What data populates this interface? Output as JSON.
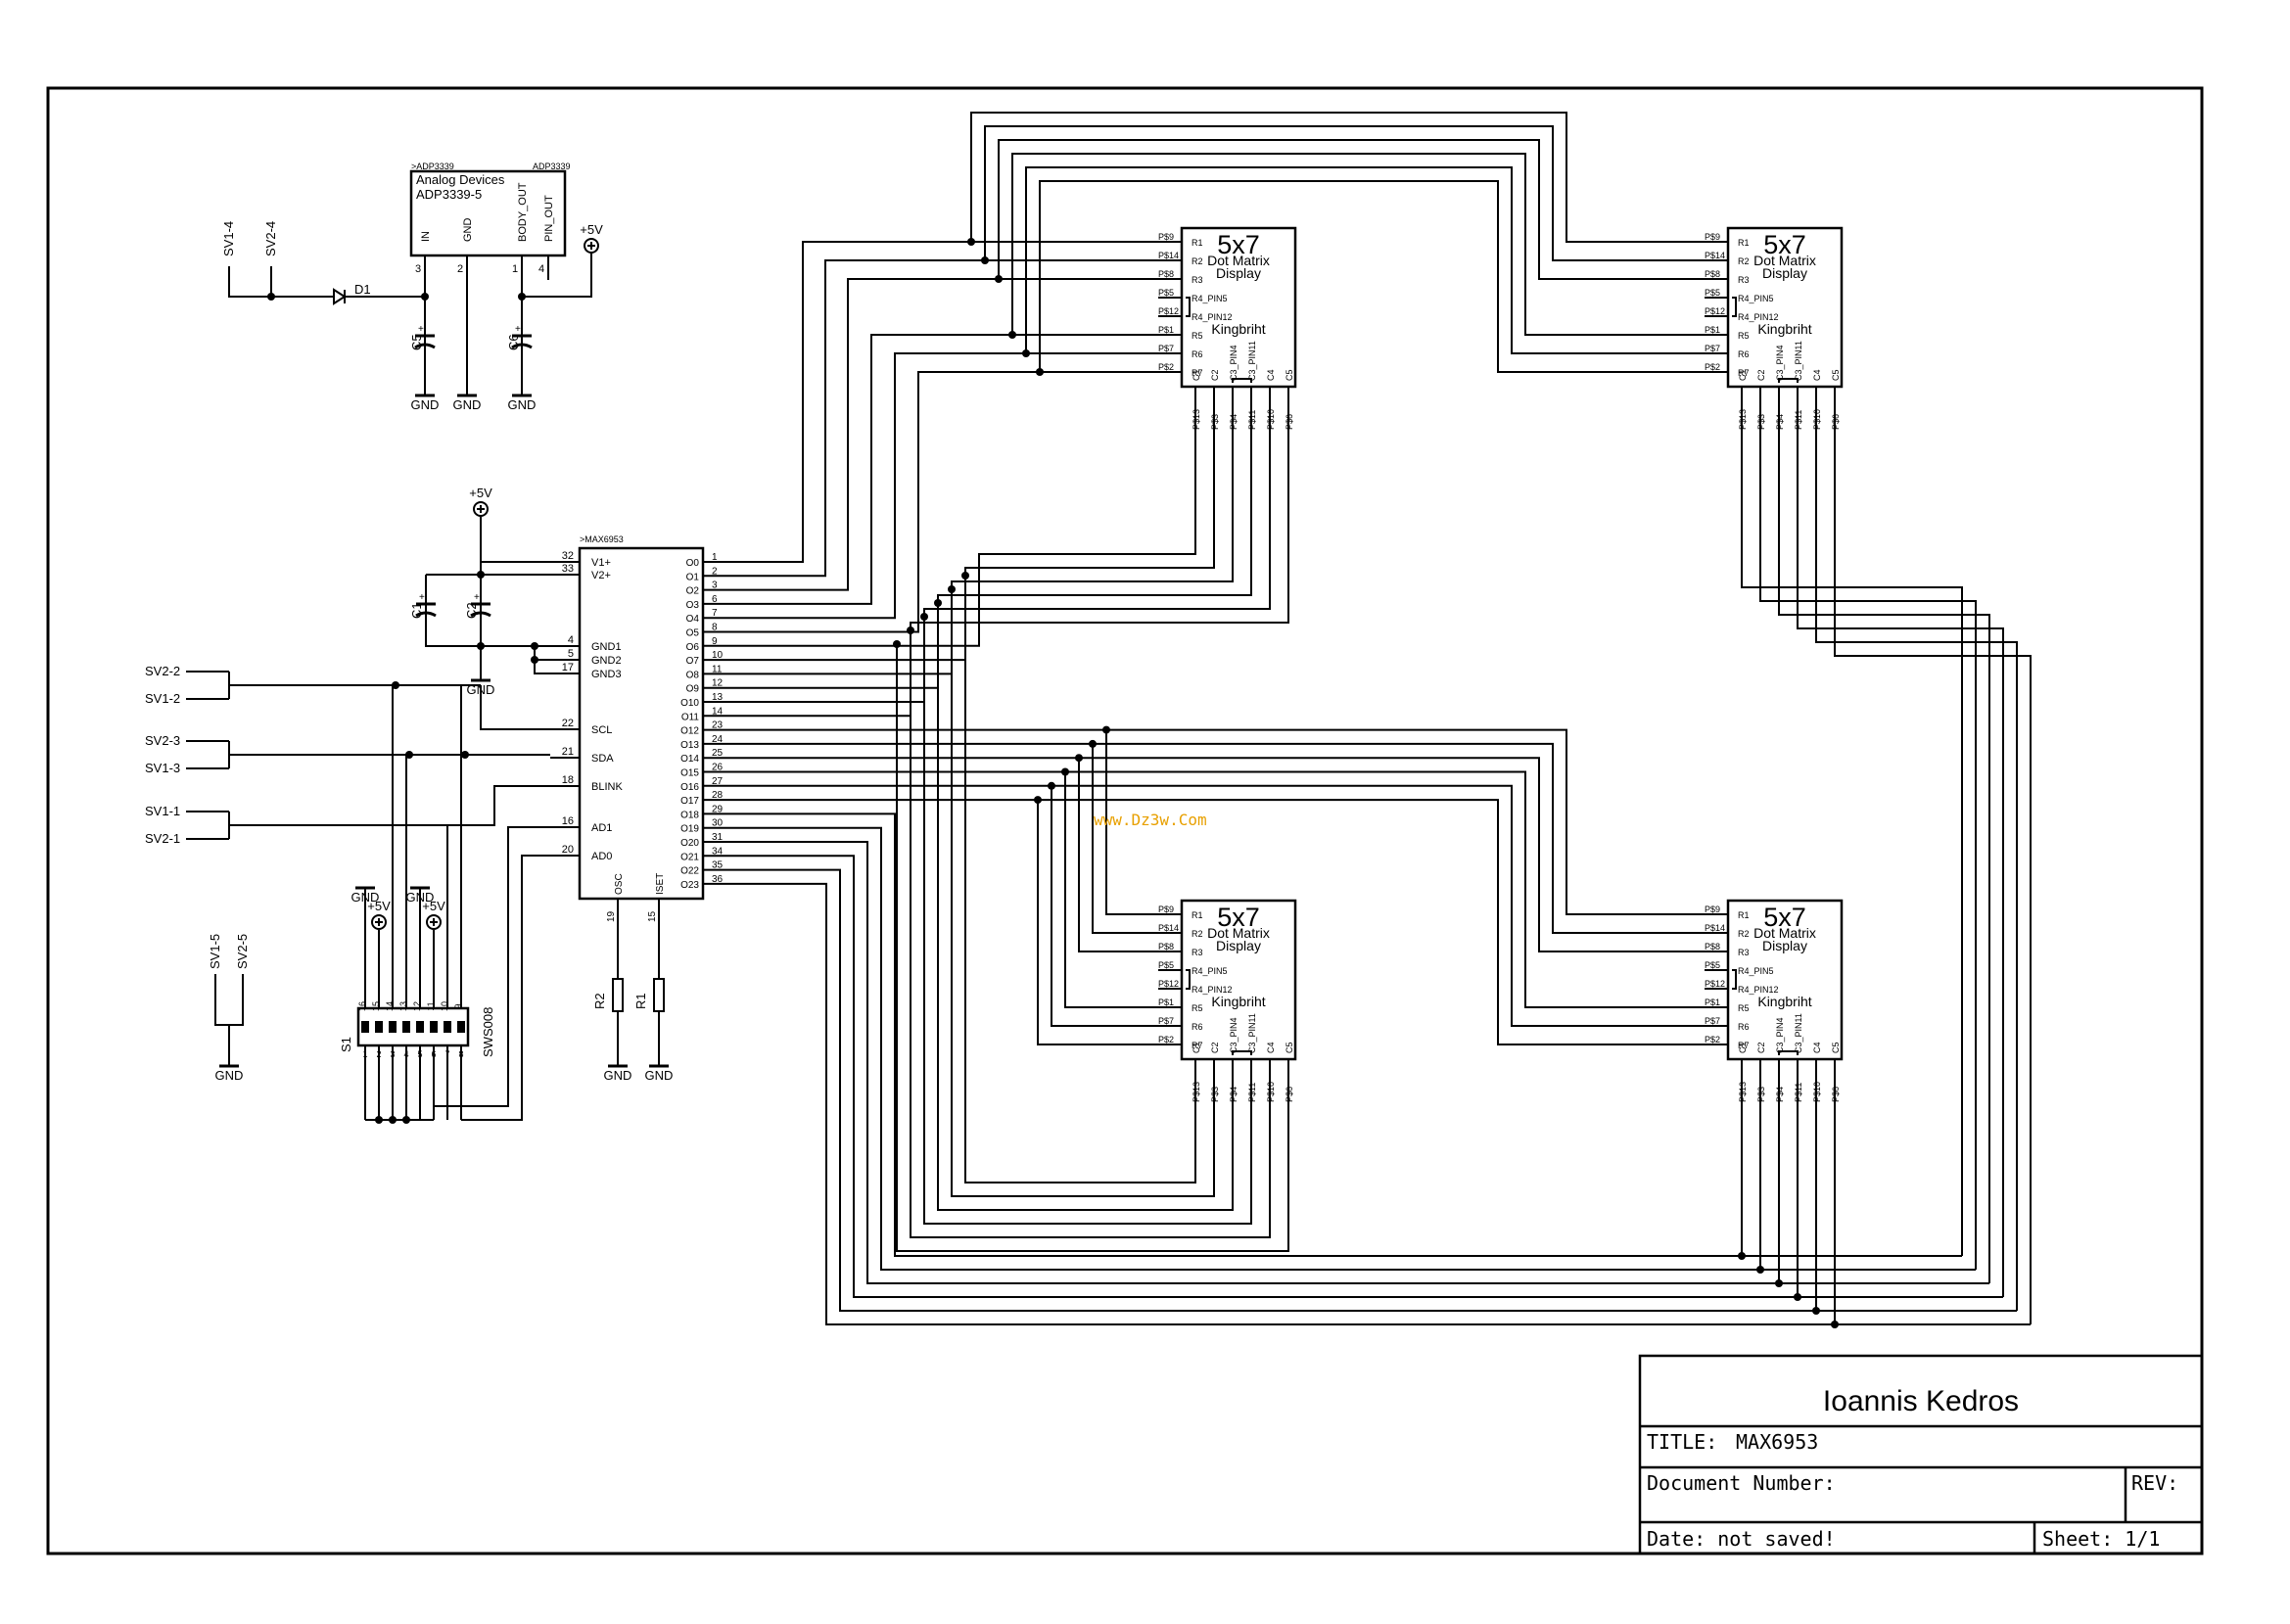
{
  "title_block": {
    "author": "Ioannis Kedros",
    "title_label": "TITLE:",
    "title_value": "MAX6953",
    "doc_label": "Document Number:",
    "rev_label": "REV:",
    "date_text": "Date: not saved!",
    "sheet_text": "Sheet: 1/1"
  },
  "watermark": "www.Dz3w.Com",
  "regulator": {
    "ref": "ADP3339",
    "ref_value": "ADP3339",
    "maker": "Analog Devices",
    "part": "ADP3339-5",
    "pins": [
      "IN",
      "GND",
      "BODY_OUT",
      "PIN_OUT"
    ],
    "pin_numbers": [
      "3",
      "2",
      "1",
      "4"
    ]
  },
  "driver": {
    "ref": "MAX6953",
    "left_pins": [
      {
        "num": "32",
        "name": "V1+"
      },
      {
        "num": "33",
        "name": "V2+"
      },
      {
        "num": "4",
        "name": "GND1"
      },
      {
        "num": "5",
        "name": "GND2"
      },
      {
        "num": "17",
        "name": "GND3"
      },
      {
        "num": "22",
        "name": "SCL"
      },
      {
        "num": "21",
        "name": "SDA"
      },
      {
        "num": "18",
        "name": "BLINK"
      },
      {
        "num": "16",
        "name": "AD1"
      },
      {
        "num": "20",
        "name": "AD0"
      }
    ],
    "right_pins": [
      {
        "num": "1",
        "name": "O0"
      },
      {
        "num": "2",
        "name": "O1"
      },
      {
        "num": "3",
        "name": "O2"
      },
      {
        "num": "6",
        "name": "O3"
      },
      {
        "num": "7",
        "name": "O4"
      },
      {
        "num": "8",
        "name": "O5"
      },
      {
        "num": "9",
        "name": "O6"
      },
      {
        "num": "10",
        "name": "O7"
      },
      {
        "num": "11",
        "name": "O8"
      },
      {
        "num": "12",
        "name": "O9"
      },
      {
        "num": "13",
        "name": "O10"
      },
      {
        "num": "14",
        "name": "O11"
      },
      {
        "num": "23",
        "name": "O12"
      },
      {
        "num": "24",
        "name": "O13"
      },
      {
        "num": "25",
        "name": "O14"
      },
      {
        "num": "26",
        "name": "O15"
      },
      {
        "num": "27",
        "name": "O16"
      },
      {
        "num": "28",
        "name": "O17"
      },
      {
        "num": "29",
        "name": "O18"
      },
      {
        "num": "30",
        "name": "O19"
      },
      {
        "num": "31",
        "name": "O20"
      },
      {
        "num": "34",
        "name": "O21"
      },
      {
        "num": "35",
        "name": "O22"
      },
      {
        "num": "36",
        "name": "O23"
      }
    ],
    "bottom_pins": [
      {
        "num": "19",
        "name": "OSC"
      },
      {
        "num": "15",
        "name": "ISET"
      }
    ]
  },
  "display": {
    "line1": "5x7",
    "line2": "Dot Matrix",
    "line3": "Display",
    "brand": "Kingbriht",
    "left_pins": [
      {
        "pin": "P$9",
        "name": "R1"
      },
      {
        "pin": "P$14",
        "name": "R2"
      },
      {
        "pin": "P$8",
        "name": "R3"
      },
      {
        "pin": "P$5",
        "name": "R4_PIN5"
      },
      {
        "pin": "P$12",
        "name": "R4_PIN12"
      },
      {
        "pin": "P$1",
        "name": "R5"
      },
      {
        "pin": "P$7",
        "name": "R6"
      },
      {
        "pin": "P$2",
        "name": "R7"
      }
    ],
    "bottom_pins": [
      {
        "pin": "P$13",
        "name": "C1"
      },
      {
        "pin": "P$3",
        "name": "C2"
      },
      {
        "pin": "P$4",
        "name": "C3_PIN4"
      },
      {
        "pin": "P$11",
        "name": "C3_PIN11"
      },
      {
        "pin": "P$10",
        "name": "C4"
      },
      {
        "pin": "P$6",
        "name": "C5"
      }
    ]
  },
  "labels": {
    "gnd": "GND",
    "vcc": "+5V",
    "diode": "D1",
    "c1": "C1",
    "c2": "C2",
    "c5": "C5",
    "c6": "C6",
    "r1": "R1",
    "r2": "R2",
    "switch": "S1",
    "switch_part": "SWS008",
    "sv_top": [
      "SV1-4",
      "SV2-4"
    ],
    "sv_left": [
      "SV2-2",
      "SV1-2",
      "SV2-3",
      "SV1-3",
      "SV1-1",
      "SV2-1"
    ],
    "sv_bottom": [
      "SV1-5",
      "SV2-5"
    ],
    "switch_top_pins": [
      "16",
      "15",
      "14",
      "13",
      "12",
      "11",
      "10",
      "9"
    ],
    "switch_bottom_pins": [
      "1",
      "2",
      "3",
      "4",
      "5",
      "6",
      "7",
      "8"
    ]
  }
}
